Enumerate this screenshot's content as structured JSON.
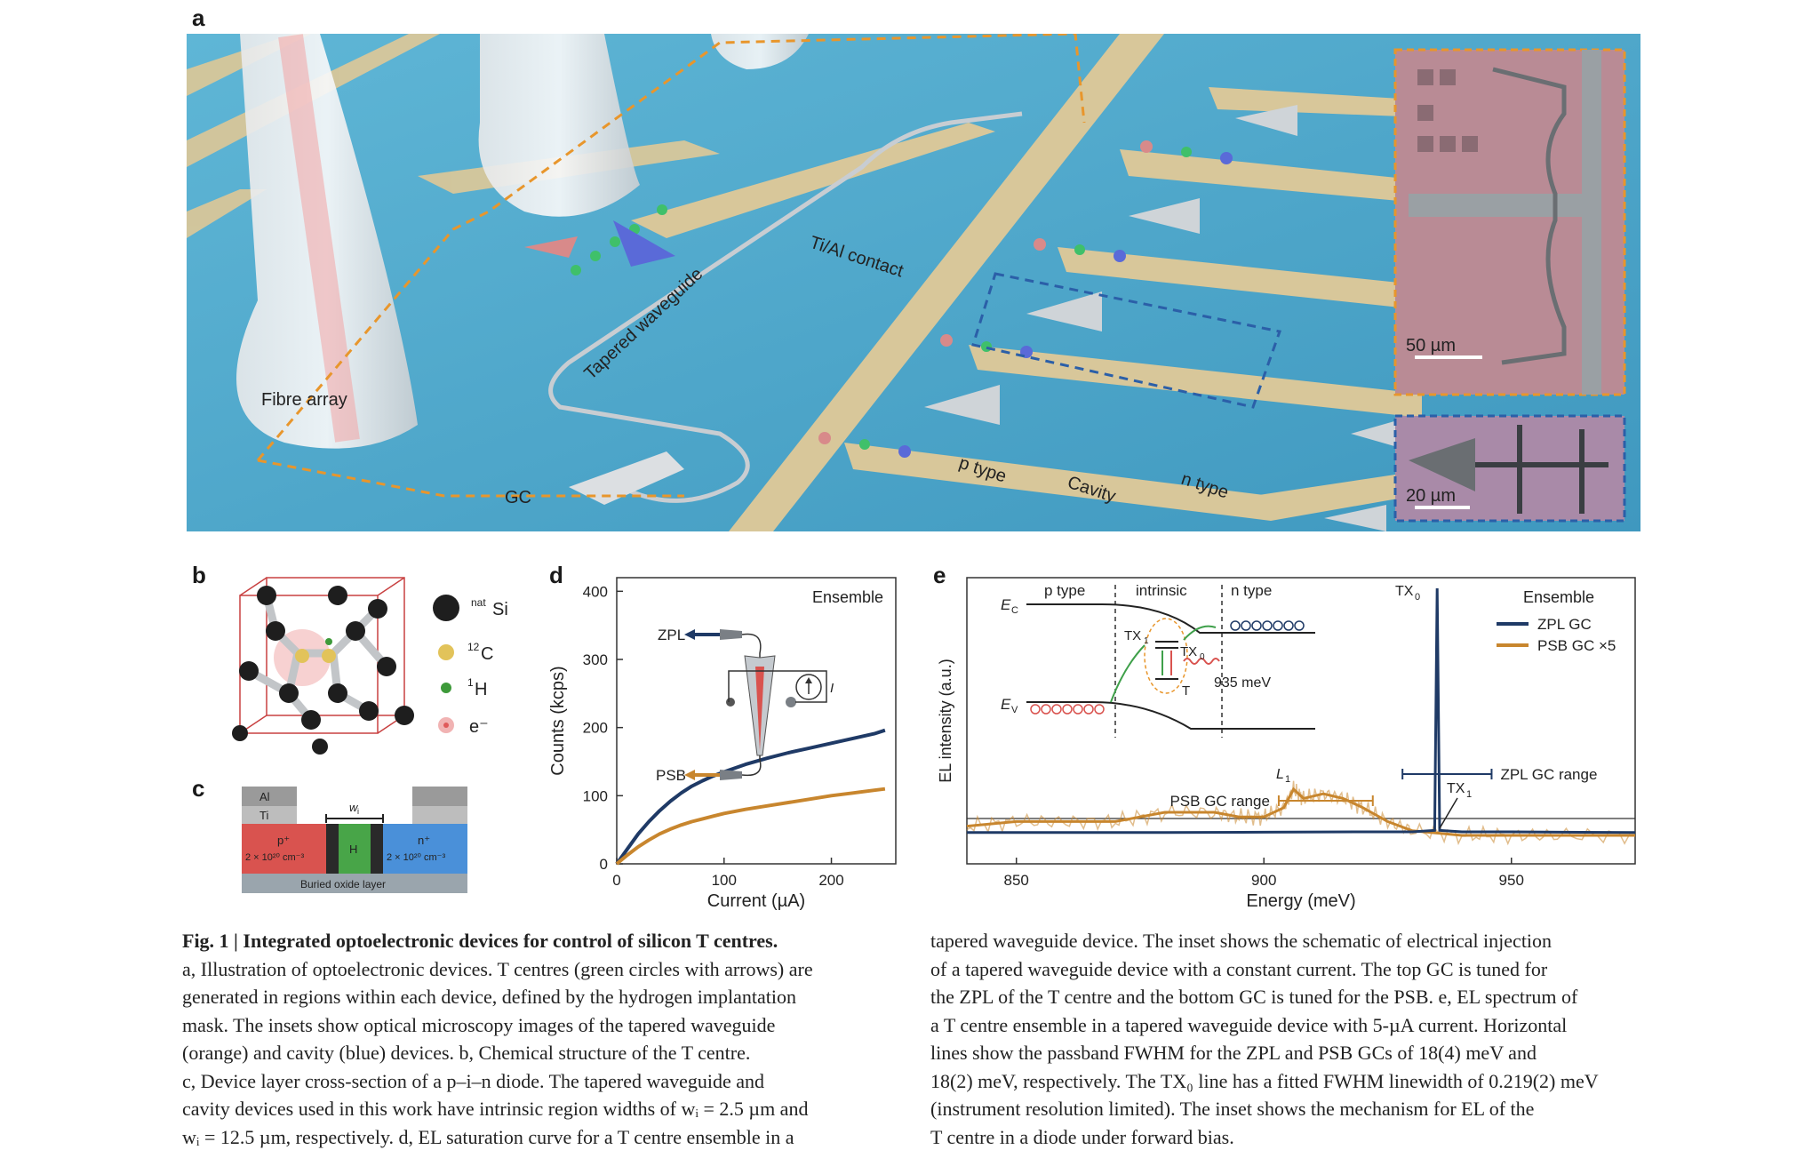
{
  "panels": {
    "a": {
      "letter": "a",
      "labels": {
        "fibre_array": "Fibre array",
        "gc": "GC",
        "tapered_waveguide": "Tapered waveguide",
        "contact": "Ti/Al contact",
        "p_type": "p type",
        "cavity": "Cavity",
        "n_type": "n type"
      },
      "inset_top_scale": "50 µm",
      "inset_bottom_scale": "20 µm",
      "colors": {
        "background": "#4aa5c8",
        "contact": "#d8c79a",
        "inset_top": "#b98b95",
        "inset_bottom": "#a98aa8",
        "orange_dash": "#e8962c",
        "blue_dash": "#2b5fa8"
      }
    },
    "b": {
      "letter": "b",
      "legend": [
        {
          "iso": "nat",
          "el": "Si",
          "color": "#1e1e1e"
        },
        {
          "iso": "12",
          "el": "C",
          "color": "#e2c35a"
        },
        {
          "iso": "1",
          "el": "H",
          "color": "#3e9a3a"
        },
        {
          "iso": "",
          "el": "e⁻",
          "color": "#e05a5a"
        }
      ]
    },
    "c": {
      "letter": "c",
      "al": "Al",
      "ti": "Ti",
      "wi": "w",
      "wi_sub": "i",
      "p_label": "p⁺",
      "p_conc": "2 × 10²⁰ cm⁻³",
      "h_label": "H",
      "n_label": "n⁺",
      "n_conc": "2 × 10²⁰ cm⁻³",
      "box": "Buried oxide layer"
    },
    "d": {
      "letter": "d",
      "legend_title": "Ensemble",
      "zpl": "ZPL",
      "psb": "PSB",
      "current_symbol": "I"
    },
    "e": {
      "letter": "e",
      "legend_title": "Ensemble",
      "band": {
        "ec": "E",
        "ec_sub": "C",
        "ev": "E",
        "ev_sub": "V",
        "p_type": "p type",
        "intrinsic": "intrinsic",
        "n_type": "n type",
        "tx1": "TX",
        "tx1_sub": "1",
        "tx0": "TX",
        "tx0_sub": "0",
        "t": "T",
        "energy": "935 meV"
      },
      "peaks": {
        "tx0": "TX",
        "tx0_sub": "0",
        "tx1": "TX",
        "tx1_sub": "1",
        "l1": "L",
        "l1_sub": "1"
      },
      "psb_range": "PSB GC range",
      "zpl_range": "ZPL GC range"
    }
  },
  "chart_data": [
    {
      "id": "d",
      "type": "line",
      "xlabel": "Current (µA)",
      "ylabel": "Counts (kcps)",
      "xlim": [
        0,
        260
      ],
      "ylim": [
        0,
        420
      ],
      "xticks": [
        0,
        100,
        200
      ],
      "yticks": [
        0,
        100,
        200,
        300,
        400
      ],
      "series": [
        {
          "name": "ZPL",
          "color": "#1f3a66",
          "x": [
            0,
            10,
            20,
            30,
            40,
            50,
            60,
            70,
            80,
            90,
            100,
            120,
            140,
            160,
            180,
            200,
            220,
            240,
            250
          ],
          "values": [
            0,
            22,
            44,
            62,
            78,
            92,
            104,
            114,
            122,
            129,
            135,
            146,
            155,
            163,
            170,
            177,
            184,
            191,
            196
          ]
        },
        {
          "name": "PSB",
          "color": "#c8862e",
          "x": [
            0,
            10,
            20,
            30,
            40,
            50,
            60,
            70,
            80,
            90,
            100,
            120,
            140,
            160,
            180,
            200,
            220,
            240,
            250
          ],
          "values": [
            0,
            13,
            25,
            35,
            44,
            51,
            57,
            62,
            66,
            70,
            74,
            80,
            85,
            90,
            95,
            100,
            104,
            108,
            110
          ]
        }
      ]
    },
    {
      "id": "e",
      "type": "line",
      "xlabel": "Energy (meV)",
      "ylabel": "EL intensity (a.u.)",
      "xlim": [
        840,
        975
      ],
      "xticks": [
        850,
        900,
        950
      ],
      "grid": false,
      "legend": "top-right",
      "series": [
        {
          "name": "ZPL GC",
          "color": "#1f3a66",
          "x": [
            840,
            860,
            880,
            900,
            920,
            930,
            934.5,
            935,
            935.5,
            940,
            950,
            960,
            975
          ],
          "values": [
            0.04,
            0.04,
            0.04,
            0.045,
            0.05,
            0.05,
            0.07,
            1.0,
            0.07,
            0.05,
            0.05,
            0.045,
            0.04
          ]
        },
        {
          "name": "PSB GC ×5",
          "color": "#c8862e",
          "x": [
            840,
            850,
            860,
            870,
            880,
            890,
            895,
            900,
            904,
            906,
            908,
            912,
            916,
            920,
            925,
            930,
            940,
            950,
            960,
            975
          ],
          "values": [
            0.14,
            0.15,
            0.15,
            0.15,
            0.17,
            0.17,
            0.16,
            0.16,
            0.18,
            0.22,
            0.2,
            0.21,
            0.2,
            0.18,
            0.15,
            0.13,
            0.12,
            0.12,
            0.12,
            0.12
          ]
        }
      ],
      "ranges": [
        {
          "name": "PSB GC range",
          "from": 903,
          "to": 922,
          "color": "#c8862e"
        },
        {
          "name": "ZPL GC range",
          "from": 928,
          "to": 946,
          "color": "#1f3a66"
        }
      ]
    }
  ],
  "caption": {
    "left": [
      {
        "text": "Fig. 1 | Integrated optoelectronic devices for control of silicon T centres.",
        "bold": true
      },
      {
        "text": " a, Illustration of optoelectronic devices. T centres (green circles with arrows) are"
      },
      {
        "text": "generated in regions within each device, defined by the hydrogen implantation"
      },
      {
        "text": "mask. The insets show optical microscopy images of the tapered waveguide"
      },
      {
        "text": "(orange) and cavity (blue) devices. b, Chemical structure of the T centre."
      },
      {
        "text": "c, Device layer cross-section of a p–i–n diode. The tapered waveguide and"
      },
      {
        "text": "cavity devices used in this work have intrinsic region widths of wᵢ = 2.5 µm and"
      },
      {
        "text": "wᵢ = 12.5 µm, respectively. d, EL saturation curve for a T centre ensemble in a"
      }
    ],
    "right": [
      {
        "text": "tapered waveguide device. The inset shows the schematic of electrical injection"
      },
      {
        "text": "of a tapered waveguide device with a constant current. The top GC is tuned for"
      },
      {
        "text": "the ZPL of the T centre and the bottom GC is tuned for the PSB. e, EL spectrum of"
      },
      {
        "text": "a T centre ensemble in a tapered waveguide device with 5-µA current. Horizontal"
      },
      {
        "text": "lines show the passband FWHM for the ZPL and PSB GCs of 18(4) meV and"
      },
      {
        "text": "18(2) meV, respectively. The TX₀ line has a fitted FWHM linewidth of 0.219(2) meV"
      },
      {
        "text": "(instrument resolution limited). The inset shows the mechanism for EL of the"
      },
      {
        "text": "T centre in a diode under forward bias."
      }
    ]
  }
}
